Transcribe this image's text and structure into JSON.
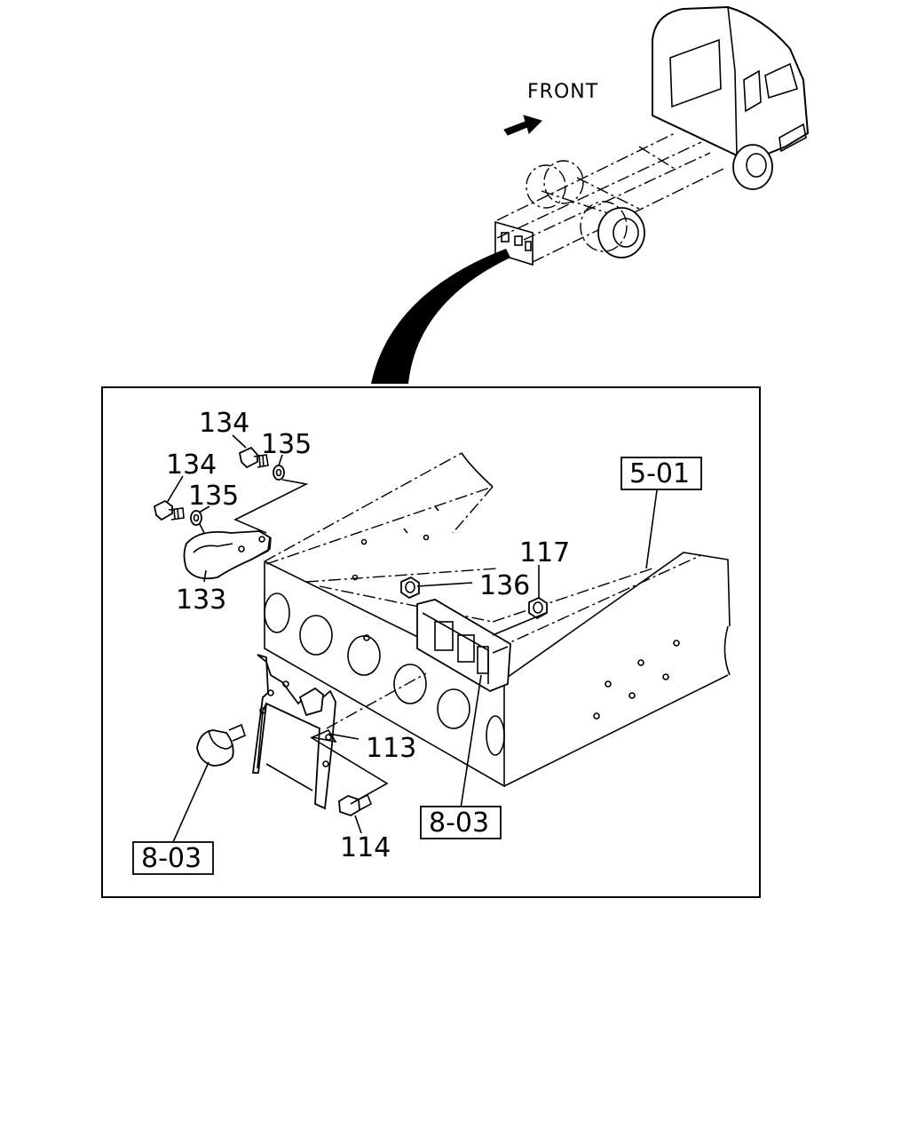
{
  "diagram": {
    "front_label": "FRONT",
    "callouts": {
      "p134_top": "134",
      "p135_top": "135",
      "p134_left": "134",
      "p135_left": "135",
      "p133": "133",
      "p136": "136",
      "p117": "117",
      "p113": "113",
      "p114": "114"
    },
    "references": {
      "ref_5_01": "5-01",
      "ref_8_03_center": "8-03",
      "ref_8_03_left": "8-03"
    },
    "icons": [
      "truck-chassis-icon",
      "front-arrow-icon",
      "tow-hook-icon",
      "lamp-icon",
      "bracket-icon",
      "bolt-icon",
      "nut-icon",
      "washer-icon"
    ]
  }
}
